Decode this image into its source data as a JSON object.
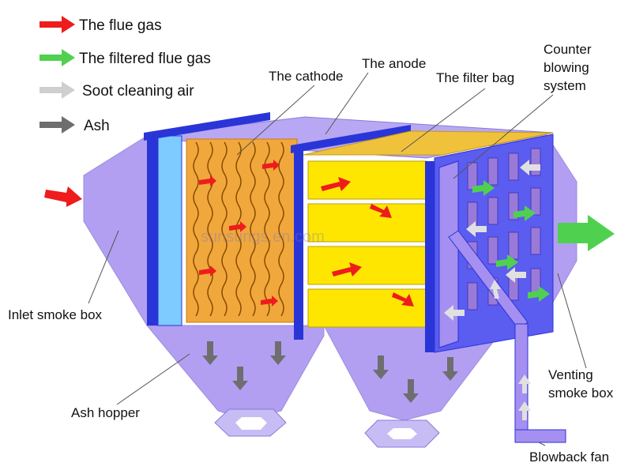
{
  "legend": [
    {
      "label": "The flue gas",
      "color": "#ee1c1c"
    },
    {
      "label": "The filtered flue gas",
      "color": "#4fd14f"
    },
    {
      "label": "Soot cleaning air",
      "color": "#cfcfcf"
    },
    {
      "label": "Ash",
      "color": "#6e6e6e"
    }
  ],
  "labels": {
    "cathode": "The cathode",
    "anode": "The anode",
    "filter_bag": "The filter bag",
    "counter_blowing": [
      "Counter",
      "blowing",
      "system"
    ],
    "inlet_smoke_box": "Inlet smoke box",
    "ash_hopper": "Ash hopper",
    "venting_smoke_box": [
      "Venting",
      "smoke box"
    ],
    "blowback_fan": "Blowback fan"
  },
  "watermark": "sunsungs.en.com",
  "colors": {
    "housing": "#a58ff0",
    "frame": "#2a35d8",
    "cathode_plate": "#f0a83c",
    "anode_plate": "#ffe600",
    "bag_panel": "#5b5cf0",
    "pipe": "#a58ff0"
  }
}
